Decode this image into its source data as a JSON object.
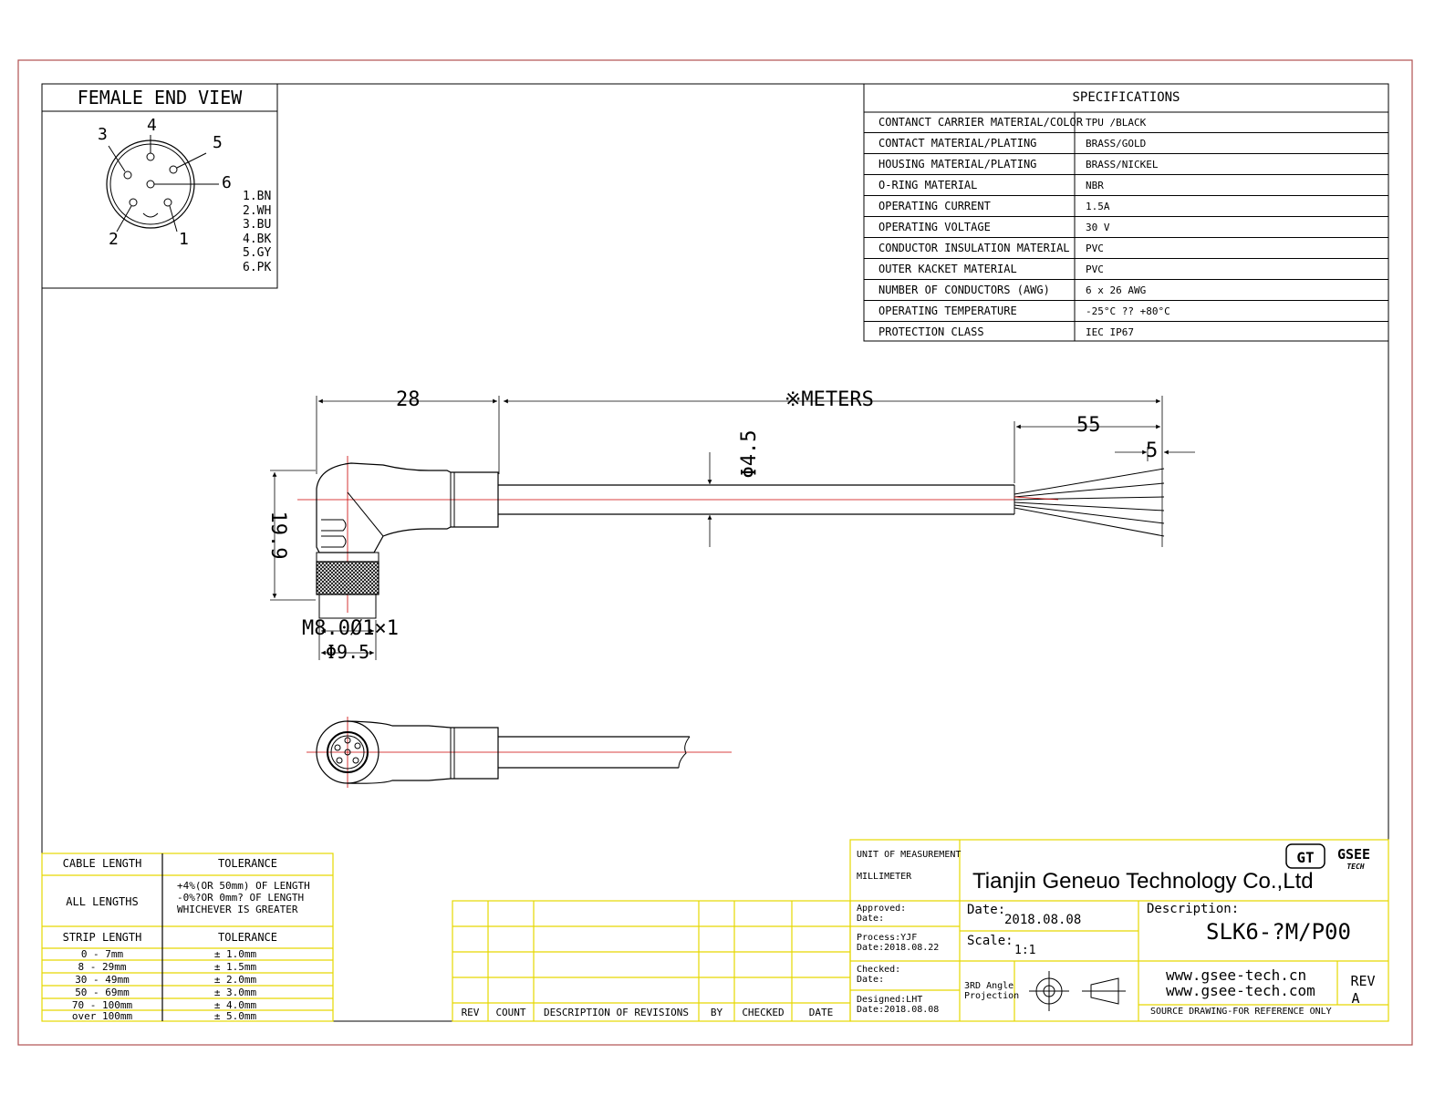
{
  "female_end_view": {
    "title": "FEMALE END VIEW",
    "pins": [
      "1",
      "2",
      "3",
      "4",
      "5",
      "6"
    ],
    "wires": [
      "1.BN",
      "2.WH",
      "3.BU",
      "4.BK",
      "5.GY",
      "6.PK"
    ]
  },
  "specifications": {
    "title": "SPECIFICATIONS",
    "rows": [
      {
        "key": "CONTANCT CARRIER MATERIAL/COLOR",
        "value": "TPU /BLACK"
      },
      {
        "key": "CONTACT  MATERIAL/PLATING",
        "value": "BRASS/GOLD"
      },
      {
        "key": "HOUSING MATERIAL/PLATING",
        "value": "BRASS/NICKEL"
      },
      {
        "key": "O-RING MATERIAL",
        "value": "NBR"
      },
      {
        "key": "OPERATING CURRENT",
        "value": "1.5A"
      },
      {
        "key": "OPERATING VOLTAGE",
        "value": "30 V"
      },
      {
        "key": "CONDUCTOR INSULATION MATERIAL",
        "value": "PVC"
      },
      {
        "key": "OUTER KACKET MATERIAL",
        "value": "PVC"
      },
      {
        "key": "NUMBER OF CONDUCTORS (AWG)",
        "value": "6 x 26 AWG"
      },
      {
        "key": "OPERATING TEMPERATURE",
        "value": "-25°C ?? +80°C"
      },
      {
        "key": "PROTECTION CLASS",
        "value": "IEC  IP67"
      }
    ]
  },
  "dimensions": {
    "connector_length": "28",
    "cable_length": "※METERS",
    "strip_length": "55",
    "wire_strip": "5",
    "cable_diameter": "Φ4.5",
    "height": "19.9",
    "thread": "M8.0Ø1×1",
    "nut_diameter": "Φ9.5"
  },
  "tolerance_table": {
    "cable_header": "CABLE LENGTH",
    "tolerance_header": "TOLERANCE",
    "all_lengths": "ALL LENGTHS",
    "all_lengths_tolerance": [
      "+4%(OR 50mm) OF LENGTH",
      "-0%?OR 0mm? OF LENGTH",
      "WHICHEVER  IS  GREATER"
    ],
    "strip_header": "STRIP LENGTH",
    "strip_tolerance_header": "TOLERANCE",
    "strip_rows": [
      {
        "range": "0 - 7mm",
        "tol": "± 1.0mm"
      },
      {
        "range": "8 - 29mm",
        "tol": "± 1.5mm"
      },
      {
        "range": "30 - 49mm",
        "tol": "± 2.0mm"
      },
      {
        "range": "50 - 69mm",
        "tol": "± 3.0mm"
      },
      {
        "range": "70 - 100mm",
        "tol": "± 4.0mm"
      },
      {
        "range": "over 100mm",
        "tol": "± 5.0mm"
      }
    ]
  },
  "revisions": {
    "headers": [
      "REV",
      "COUNT",
      "DESCRIPTION  OF  REVISIONS",
      "BY",
      "CHECKED",
      "DATE"
    ]
  },
  "title_block": {
    "unit_label": "UNIT OF MEASUREMENT",
    "unit_value": "MILLIMETER",
    "company": "Tianjin Geneuo Technology Co.,Ltd",
    "logo_mark": "GT",
    "logo_text": "GSEE",
    "logo_sub": "TECH",
    "approved": "Approved:",
    "approved_date": "Date:",
    "process": "Process:YJF",
    "process_date": "Date:2018.08.22",
    "checked": "Checked:",
    "checked_date": "Date:",
    "designed": "Designed:LHT",
    "designed_date": "Date:2018.08.08",
    "date_label": "Date:",
    "date_value": "2018.08.08",
    "scale_label": "Scale:",
    "scale_value": "1:1",
    "projection": [
      "3RD Angle",
      "Projection"
    ],
    "description_label": "Description:",
    "description_value": "SLK6-?M/P00",
    "web_1": "www.gsee-tech.cn",
    "web_2": "www.gsee-tech.com",
    "source_note": "SOURCE DRAWING-FOR REFERENCE ONLY",
    "rev_label": "REV",
    "rev_value": "A"
  },
  "colors": {
    "border_outer": "#b05050",
    "centerline": "#cc0000",
    "title_block": "#e6d800",
    "ink": "#000000"
  }
}
